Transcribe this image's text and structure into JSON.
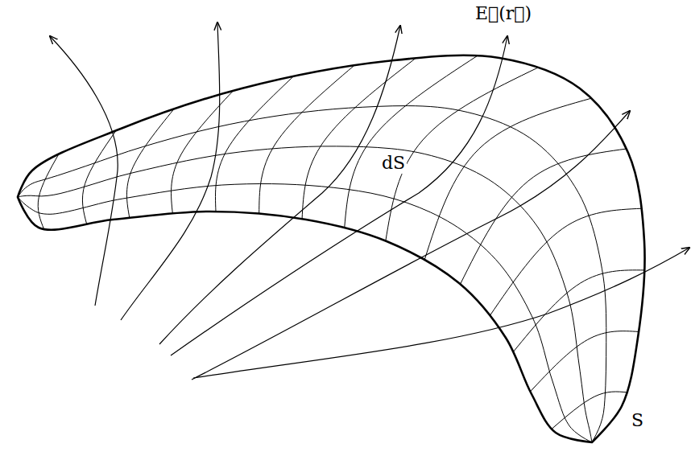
{
  "diagram": {
    "labels": [
      "E⃗(r⃗)",
      "dS",
      "S"
    ]
  }
}
